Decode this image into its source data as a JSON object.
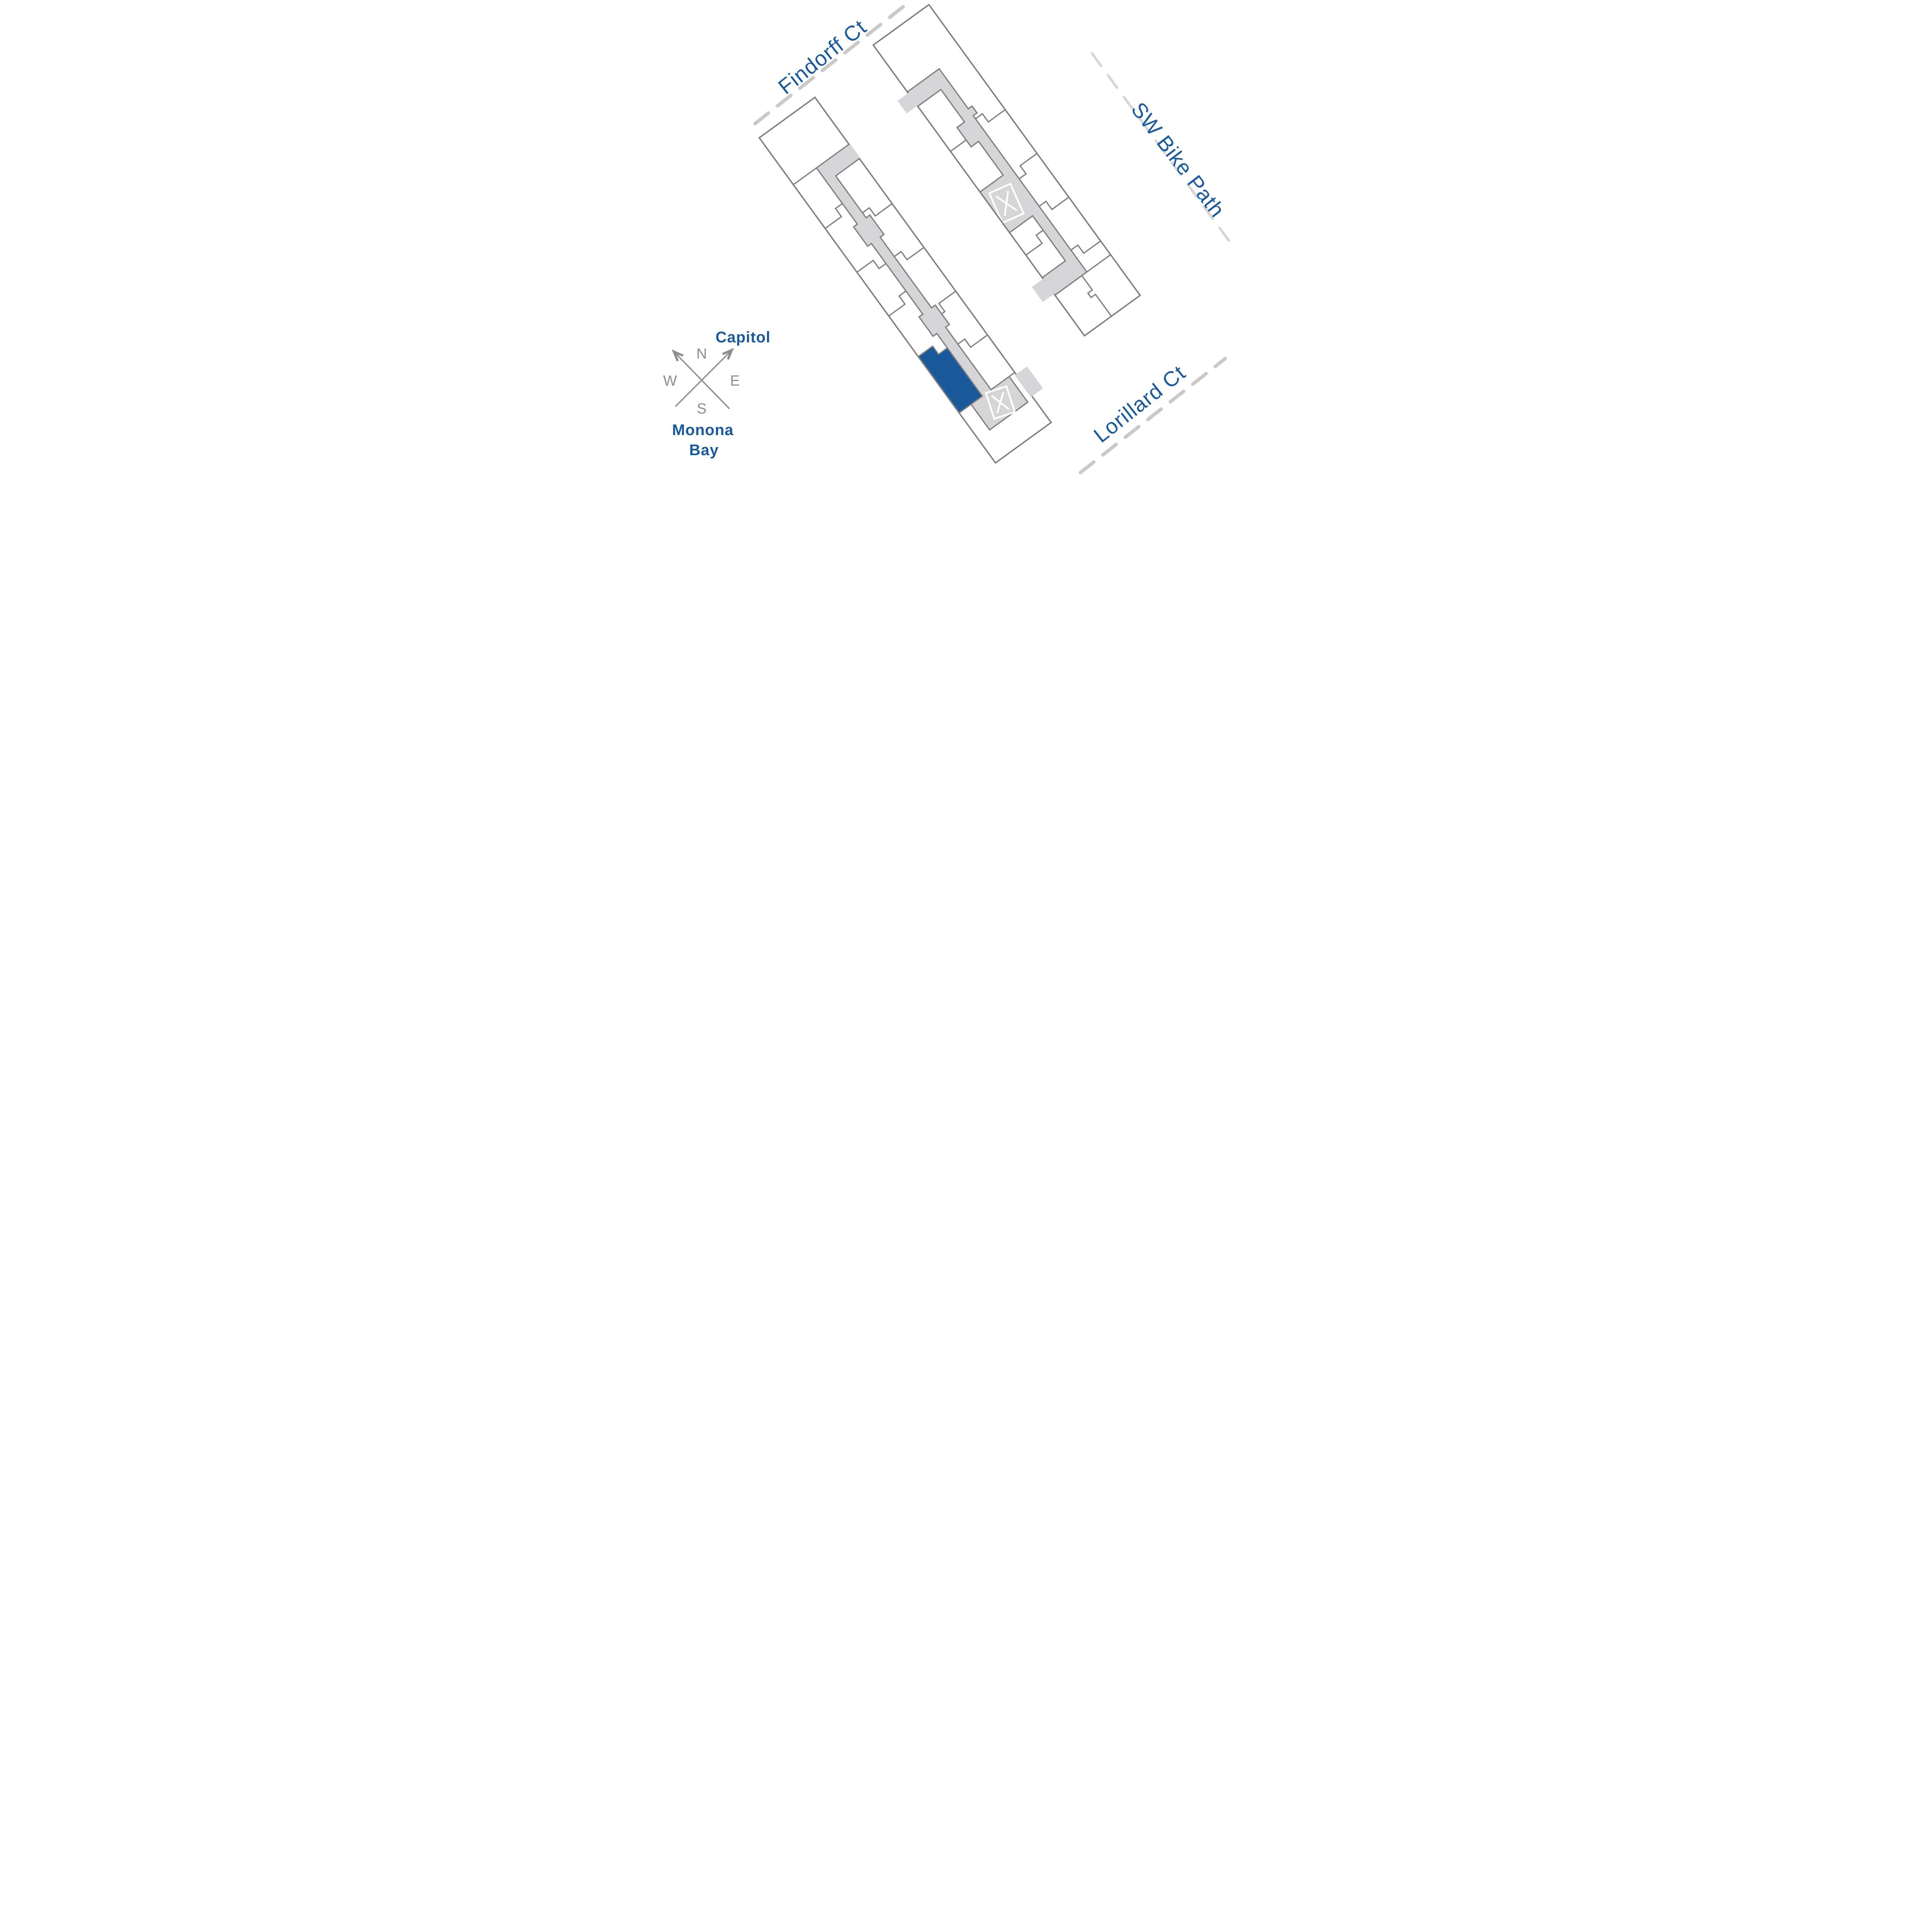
{
  "map": {
    "street_labels": [
      {
        "id": "findorff",
        "name": "Findorff Ct"
      },
      {
        "id": "sw-bike-path",
        "name": "SW Bike Path"
      },
      {
        "id": "lorillard",
        "name": "Lorillard Ct"
      }
    ],
    "landmark_labels": [
      {
        "id": "capitol",
        "name": "Capitol"
      },
      {
        "id": "monona-bay",
        "name": "Monona Bay",
        "line1": "Monona",
        "line2": "Bay"
      }
    ],
    "compass": {
      "north": "N",
      "east": "E",
      "south": "S",
      "west": "W"
    },
    "buildings": [
      {
        "id": "north-building",
        "description": "upper floor plan along SW Bike Path"
      },
      {
        "id": "south-building",
        "description": "lower floor plan between Findorff Ct and Lorillard Ct"
      }
    ],
    "highlighted_unit": {
      "building": "south-building",
      "status": "selected",
      "fill": "#1a5a9c"
    },
    "stairwell_symbol": "X",
    "colors": {
      "label_blue": "#1a5a9c",
      "unit_highlight_blue": "#1a5a9c",
      "wall_gray": "#7e7e7e",
      "corridor_gray": "#d5d5d7",
      "street_dash_gray": "#c9c9c9",
      "bike_path_dash_gray": "#d6d6d6",
      "compass_gray": "#8e8e8e"
    }
  }
}
